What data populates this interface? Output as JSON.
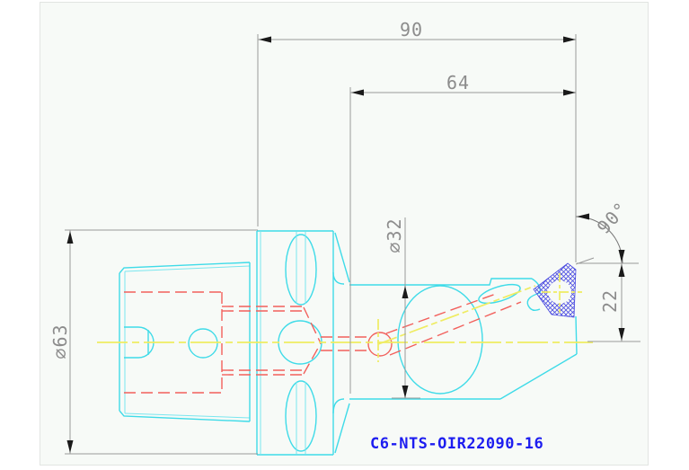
{
  "drawing": {
    "part_number": "C6-NTS-OIR22090-16",
    "dimensions": {
      "overall_length": "90",
      "body_length": "64",
      "shank_flange_diameter": "⌀63",
      "body_diameter": "⌀32",
      "center_height": "22",
      "lead_angle": "90°"
    },
    "colors": {
      "outline": "#3fdbe8",
      "hidden_lines": "#f2605c",
      "centerline": "#efec62",
      "insert_hatch": "#4a4ae0",
      "dimension_line": "#9a9a9a",
      "dimension_text": "#8c8c8c",
      "arrow": "#1a1a1a",
      "part_number_text": "#1d1df0",
      "paper": "#f7faf7"
    }
  }
}
